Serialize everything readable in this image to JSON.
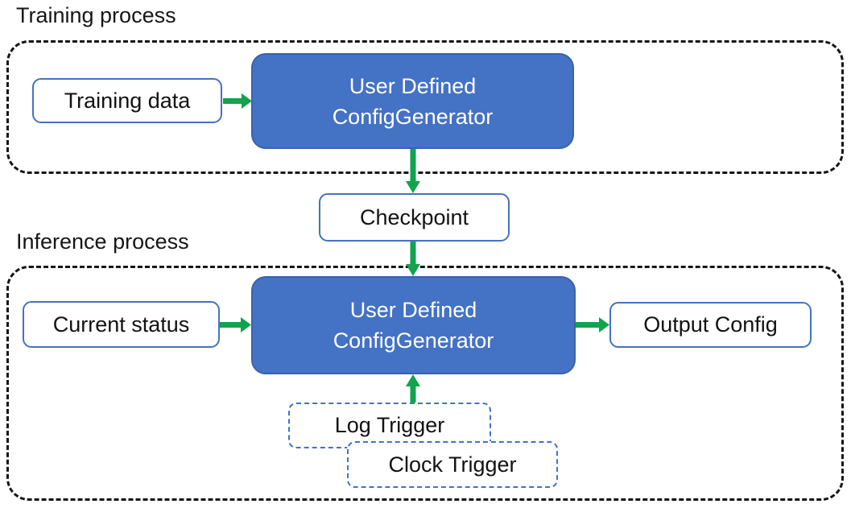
{
  "colors": {
    "accent_blue": "#4472C4",
    "accent_blue_dark": "#3A62A8",
    "arrow_green": "#11A34D",
    "container_dash": "#151515"
  },
  "training_section": {
    "title": "Training process",
    "training_data_label": "Training data",
    "generator_line1": "User Defined",
    "generator_line2": "ConfigGenerator"
  },
  "checkpoint_label": "Checkpoint",
  "inference_section": {
    "title": "Inference process",
    "current_status_label": "Current status",
    "generator_line1": "User Defined",
    "generator_line2": "ConfigGenerator",
    "output_config_label": "Output Config",
    "log_trigger_label": "Log Trigger",
    "clock_trigger_label": "Clock Trigger"
  }
}
